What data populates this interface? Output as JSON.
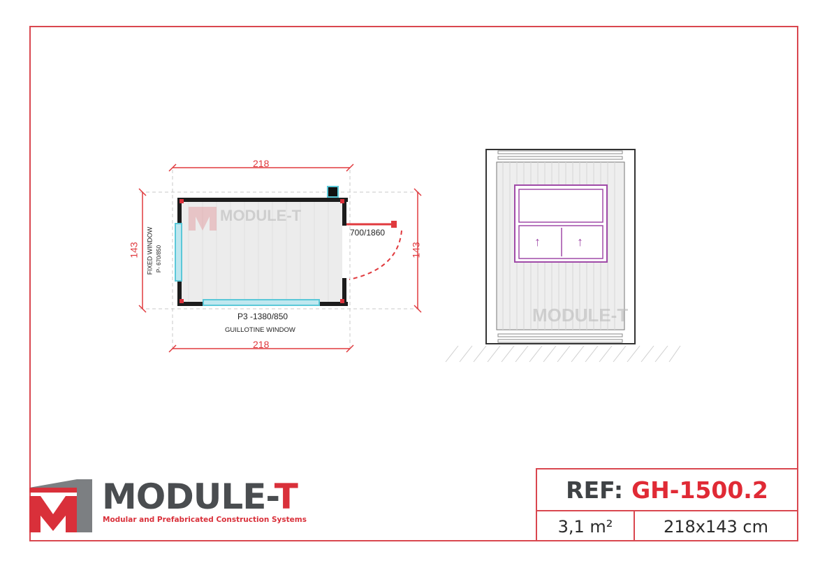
{
  "sheet": {
    "border_color": "#d9474f",
    "accent_color": "#e02a35"
  },
  "plan": {
    "top_width": "218",
    "bottom_width": "218",
    "left_height": "143",
    "right_height": "143",
    "fixed_window_label": "FIXED WINDOW",
    "fixed_window_code": "P- 670/850",
    "door_label": "700/1860",
    "guillotine_code": "P3 -1380/850",
    "guillotine_label": "GUILLOTINE WINDOW",
    "watermark": "MODULE-T"
  },
  "elevation": {
    "watermark": "MODULE-T",
    "window_arrows": [
      "↑",
      "↑"
    ]
  },
  "logo": {
    "name_main": "MODULE-",
    "name_t": "T",
    "tagline": "Modular and Prefabricated Construction Systems"
  },
  "title_block": {
    "ref_label": "REF:",
    "ref_value": "GH-1500.2",
    "area": "3,1 m²",
    "dimensions": "218x143 cm"
  }
}
